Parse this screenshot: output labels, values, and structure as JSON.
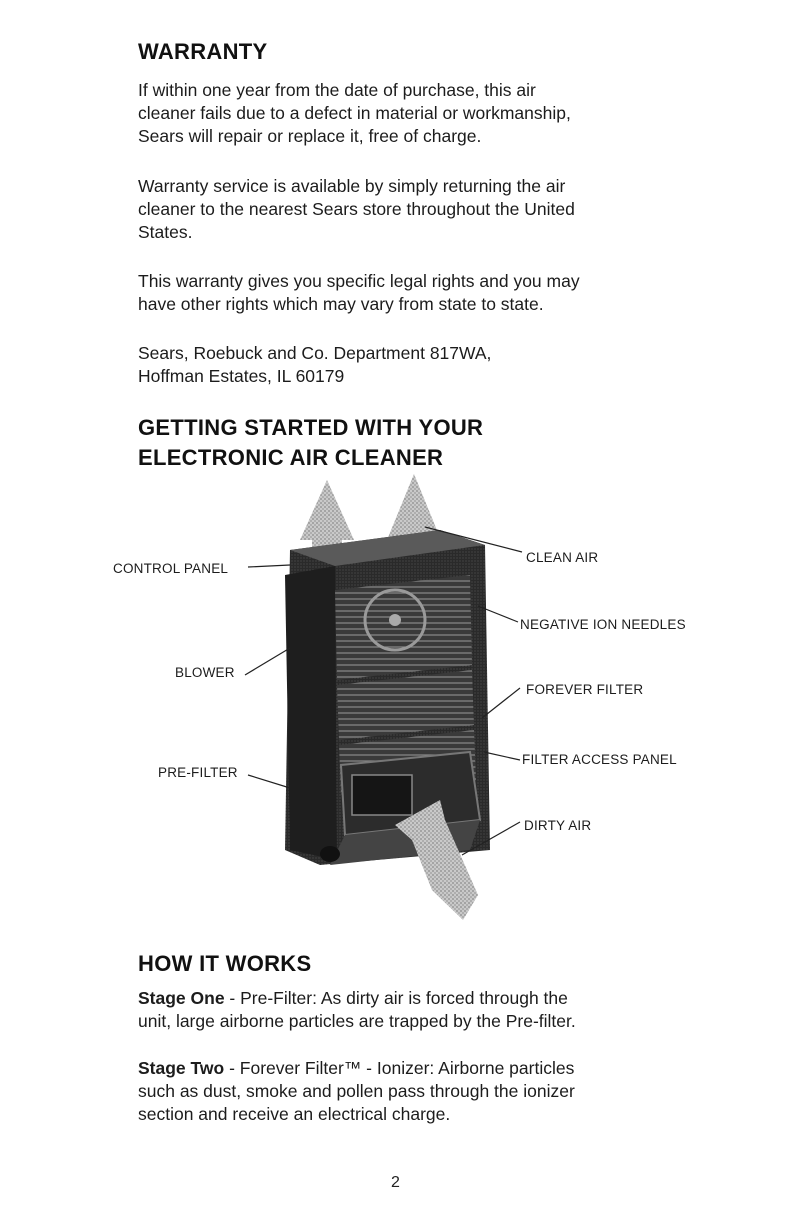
{
  "warranty": {
    "heading": "WARRANTY",
    "p1": [
      "If within one year from the date of purchase, this air",
      "cleaner fails due to a defect in material or workmanship,",
      "Sears will repair or replace it, free of charge."
    ],
    "p2": [
      "Warranty service is available by simply returning the air",
      "cleaner to the nearest Sears store throughout the United",
      "States."
    ],
    "p3": [
      "This warranty gives you specific legal rights and you may",
      "have other rights which may vary from state to state."
    ],
    "p4": [
      "Sears, Roebuck and Co. Department 817WA,",
      "Hoffman Estates, IL 60179"
    ]
  },
  "getting_started": {
    "heading": [
      "GETTING STARTED WITH YOUR",
      "ELECTRONIC AIR CLEANER"
    ]
  },
  "diagram": {
    "labels": {
      "control_panel": "CONTROL PANEL",
      "blower": "BLOWER",
      "pre_filter": "PRE-FILTER",
      "clean_air": "CLEAN AIR",
      "negative_ion_needles": "NEGATIVE ION NEEDLES",
      "forever_filter": "FOREVER FILTER",
      "filter_access_panel": "FILTER ACCESS PANEL",
      "dirty_air": "DIRTY AIR"
    }
  },
  "how_it_works": {
    "heading": "HOW IT WORKS",
    "stage_one": {
      "label": "Stage One",
      "line1": " - Pre-Filter: As dirty air is forced through the",
      "line2": "unit, large airborne particles are trapped by the Pre-filter."
    },
    "stage_two": {
      "label": "Stage Two",
      "line1": " -  Forever Filter™ - Ionizer: Airborne particles",
      "line2": "such as dust, smoke and pollen pass through the ionizer",
      "line3": "section and receive an electrical charge."
    }
  },
  "page_number": "2"
}
